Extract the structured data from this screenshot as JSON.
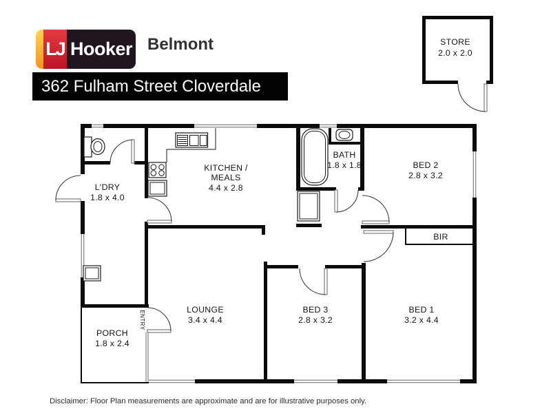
{
  "header": {
    "brand": {
      "lj": "LJ",
      "hooker": "Hooker"
    },
    "office": "Belmont",
    "address": "362 Fulham Street Cloverdale"
  },
  "rooms": {
    "store": {
      "name": "STORE",
      "dims": "2.0 x 2.0"
    },
    "ldry": {
      "name": "L'DRY",
      "dims": "1.8 x 4.0"
    },
    "kitchen": {
      "name_line1": "KITCHEN /",
      "name_line2": "MEALS",
      "dims": "4.4 x 2.8"
    },
    "bath": {
      "name": "BATH",
      "dims": "1.8 x 1.8"
    },
    "bed2": {
      "name": "BED 2",
      "dims": "2.8 x 3.2"
    },
    "bir": {
      "name": "BIR"
    },
    "lounge": {
      "name": "LOUNGE",
      "dims": "3.4 x 4.4"
    },
    "bed3": {
      "name": "BED 3",
      "dims": "2.8 x 3.2"
    },
    "bed1": {
      "name": "BED 1",
      "dims": "3.2 x 4.4"
    },
    "porch": {
      "name": "PORCH",
      "dims": "1.8 x 2.4"
    },
    "entry": {
      "name": "ENTRY"
    }
  },
  "disclaimer": "Disclaimer: Floor Plan measurements are approximate and are for illustrative purposes only.",
  "colors": {
    "wall": "#0b0b0b",
    "window_gray": "#8c8c8c",
    "brand_yellow": "#FFD54F",
    "brand_orange": "#F6921E",
    "brand_red": "#D7182A",
    "brand_dark": "#1F161F",
    "address_bar_bg": "#030303",
    "address_text": "#FDFDFD"
  }
}
